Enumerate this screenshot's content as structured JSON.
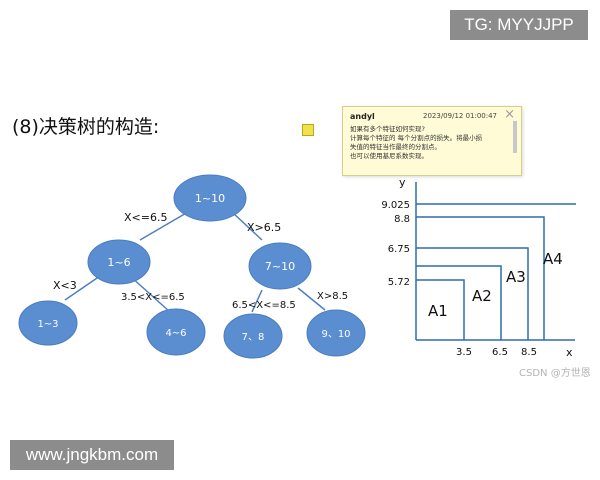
{
  "watermark_top": "TG: MYYJJPP",
  "watermark_bottom": "www.jngkbm.com",
  "heading": "(8)决策树的构造:",
  "comment": {
    "author": "andyl",
    "date": "2023/09/12 01:00:47",
    "lines": [
      "如果有多个特征如何实现?",
      "计算每个特征的 每个分割点的损失。将最小损",
      "失值的特征当作最终的分割点。",
      "也可以使用基尼系数实现。"
    ]
  },
  "tree": {
    "nodes": [
      {
        "id": "root",
        "label": "1~10"
      },
      {
        "id": "left",
        "label": "1~6"
      },
      {
        "id": "right",
        "label": "7~10"
      },
      {
        "id": "ll",
        "label": "1~3"
      },
      {
        "id": "lr",
        "label": "4~6"
      },
      {
        "id": "rl",
        "label": "7、8"
      },
      {
        "id": "rr",
        "label": "9、10"
      }
    ],
    "edges": [
      {
        "from": "root",
        "to": "left",
        "label": "X<=6.5"
      },
      {
        "from": "root",
        "to": "right",
        "label": "X>6.5"
      },
      {
        "from": "left",
        "to": "ll",
        "label": "X<3"
      },
      {
        "from": "left",
        "to": "lr",
        "label": "3.5<X<=6.5"
      },
      {
        "from": "right",
        "to": "rl",
        "label": "6.5<X<=8.5"
      },
      {
        "from": "right",
        "to": "rr",
        "label": "X>8.5"
      }
    ]
  },
  "plot": {
    "y_axis_label": "y",
    "x_axis_label": "x",
    "y_ticks": [
      "9.025",
      "8.8",
      "6.75",
      "5.72"
    ],
    "x_ticks": [
      "3.5",
      "6.5",
      "8.5"
    ],
    "regions": [
      "A1",
      "A2",
      "A3",
      "A4"
    ]
  },
  "credit": "CSDN @方世恩",
  "colors": {
    "node_fill": "#5b8ed1",
    "node_stroke": "#4a7cc0",
    "edge": "#4f7ec4",
    "plot_line": "#2f6bb0"
  }
}
